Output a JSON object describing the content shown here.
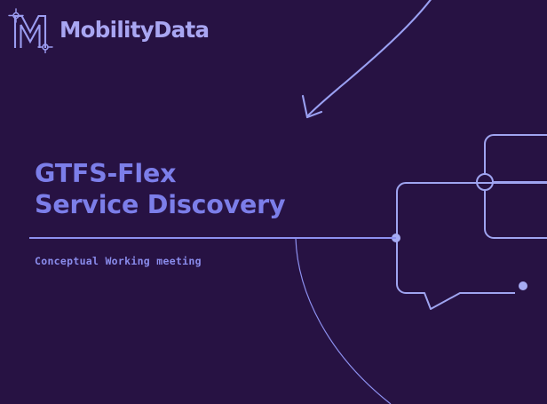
{
  "slide": {
    "background_color": "#271243",
    "accent_color": "#8d90ef",
    "title_color": "#7c7ee9",
    "logo_color": "#a9a6f2"
  },
  "logo": {
    "mark_name": "mobilitydata-m-mark",
    "wordmark": "MobilityData"
  },
  "title": {
    "line1": "GTFS-Flex",
    "line2": "Service Discovery"
  },
  "subtitle": {
    "text": "Conceptual Working meeting"
  },
  "decor": {
    "curved_arrow": "hand-drawn-curved-arrow-down-left",
    "curve_sweep": "thin-arc-bottom-right",
    "speech_bubble": "rounded-speech-bubble-outline",
    "node_circle": "hollow-circle-node",
    "node_dots": [
      "filled-dot-left",
      "filled-dot-right"
    ],
    "panel_top": "rounded-panel-top-right",
    "panel_bottom": "rounded-panel-bottom-right"
  }
}
